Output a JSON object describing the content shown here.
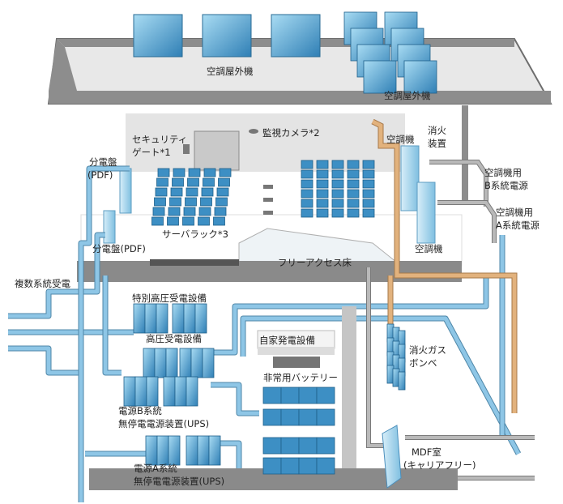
{
  "title": "データセンター設備構成図",
  "labels": {
    "outdoor_ac_1": "空調屋外機",
    "outdoor_ac_2": "空調屋外機",
    "security_gate_1": "セキュリティ",
    "security_gate_2": "ゲート*1",
    "camera": "監視カメラ*2",
    "ac_unit_top": "空調機",
    "fire_ext_1": "消火",
    "fire_ext_2": "装置",
    "pdf_top_1": "分電盤",
    "pdf_top_2": "(PDF)",
    "ac_power_b_1": "空調機用",
    "ac_power_b_2": "B系統電源",
    "ac_power_a_1": "空調機用",
    "ac_power_a_2": "A系統電源",
    "server_rack": "サーバラック*3",
    "pdf_bottom": "分電盤(PDF)",
    "ac_unit_bottom": "空調機",
    "raised_floor": "フリーアクセス床",
    "multi_feed": "複数系統受電",
    "extra_high_voltage": "特別高圧受電設備",
    "high_voltage": "高圧受電設備",
    "generator": "自家発電設備",
    "battery": "非常用バッテリー",
    "gas_1": "消火ガス",
    "gas_2": "ボンベ",
    "ups_b_1": "電源B系統",
    "ups_b_2": "無停電電源装置(UPS)",
    "ups_a_1": "電源A系統",
    "ups_a_2": "無停電電源装置(UPS)",
    "mdf_1": "MDF室",
    "mdf_2": "(キャリアフリー)"
  },
  "colors": {
    "equipment": "#3d8fc4",
    "pipe": "#8ec6e6",
    "gas_pipe": "#e2b27d",
    "slab": "#8a8a8a"
  }
}
